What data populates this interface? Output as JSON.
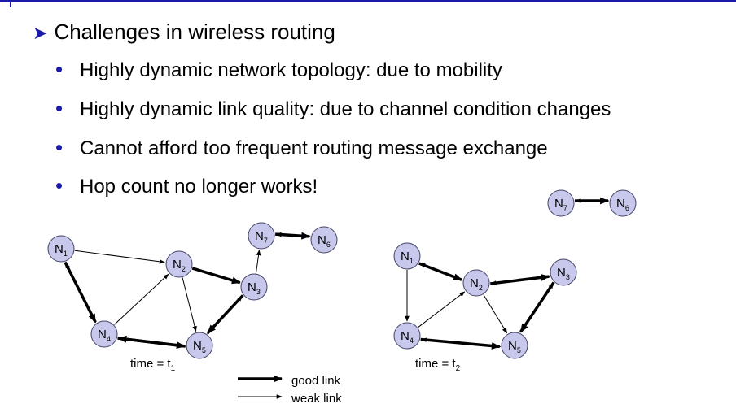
{
  "heading": "Challenges in wireless routing",
  "bullets": [
    "Highly dynamic network topology: due to mobility",
    "Highly dynamic link quality: due to channel condition changes",
    "Cannot afford too frequent routing message exchange",
    "Hop count no longer works!"
  ],
  "diagram_t1": {
    "caption": "time = t",
    "caption_sub": "1",
    "nodes": [
      {
        "id": "1",
        "label": "N",
        "sub": "1"
      },
      {
        "id": "2",
        "label": "N",
        "sub": "2"
      },
      {
        "id": "3",
        "label": "N",
        "sub": "3"
      },
      {
        "id": "4",
        "label": "N",
        "sub": "4"
      },
      {
        "id": "5",
        "label": "N",
        "sub": "5"
      },
      {
        "id": "6",
        "label": "N",
        "sub": "6"
      },
      {
        "id": "7",
        "label": "N",
        "sub": "7"
      }
    ],
    "links": [
      {
        "from": "1",
        "to": "2",
        "type": "weak"
      },
      {
        "from": "1",
        "to": "4",
        "type": "good"
      },
      {
        "from": "4",
        "to": "1",
        "type": "weak"
      },
      {
        "from": "2",
        "to": "3",
        "type": "good"
      },
      {
        "from": "2",
        "to": "5",
        "type": "weak"
      },
      {
        "from": "4",
        "to": "2",
        "type": "weak"
      },
      {
        "from": "3",
        "to": "5",
        "type": "good"
      },
      {
        "from": "5",
        "to": "3",
        "type": "weak"
      },
      {
        "from": "4",
        "to": "5",
        "type": "good"
      },
      {
        "from": "5",
        "to": "4",
        "type": "good"
      },
      {
        "from": "3",
        "to": "7",
        "type": "weak"
      },
      {
        "from": "7",
        "to": "6",
        "type": "good"
      },
      {
        "from": "6",
        "to": "7",
        "type": "weak"
      }
    ]
  },
  "diagram_t2": {
    "caption": "time = t",
    "caption_sub": "2",
    "nodes": [
      {
        "id": "1",
        "label": "N",
        "sub": "1"
      },
      {
        "id": "2",
        "label": "N",
        "sub": "2"
      },
      {
        "id": "3",
        "label": "N",
        "sub": "3"
      },
      {
        "id": "4",
        "label": "N",
        "sub": "4"
      },
      {
        "id": "5",
        "label": "N",
        "sub": "5"
      },
      {
        "id": "6",
        "label": "N",
        "sub": "6"
      },
      {
        "id": "7",
        "label": "N",
        "sub": "7"
      }
    ],
    "links": [
      {
        "from": "1",
        "to": "2",
        "type": "good"
      },
      {
        "from": "2",
        "to": "1",
        "type": "weak"
      },
      {
        "from": "1",
        "to": "4",
        "type": "weak"
      },
      {
        "from": "2",
        "to": "3",
        "type": "good"
      },
      {
        "from": "3",
        "to": "2",
        "type": "weak"
      },
      {
        "from": "2",
        "to": "5",
        "type": "weak"
      },
      {
        "from": "4",
        "to": "2",
        "type": "weak"
      },
      {
        "from": "3",
        "to": "5",
        "type": "good"
      },
      {
        "from": "5",
        "to": "3",
        "type": "weak"
      },
      {
        "from": "4",
        "to": "5",
        "type": "good"
      },
      {
        "from": "5",
        "to": "4",
        "type": "weak"
      },
      {
        "from": "7",
        "to": "6",
        "type": "good"
      },
      {
        "from": "6",
        "to": "7",
        "type": "weak"
      }
    ]
  },
  "legend": {
    "good_label": "good link",
    "weak_label": "weak link"
  },
  "colors": {
    "accent": "#1a1aa8",
    "node_fill": "#c8c8ec"
  }
}
